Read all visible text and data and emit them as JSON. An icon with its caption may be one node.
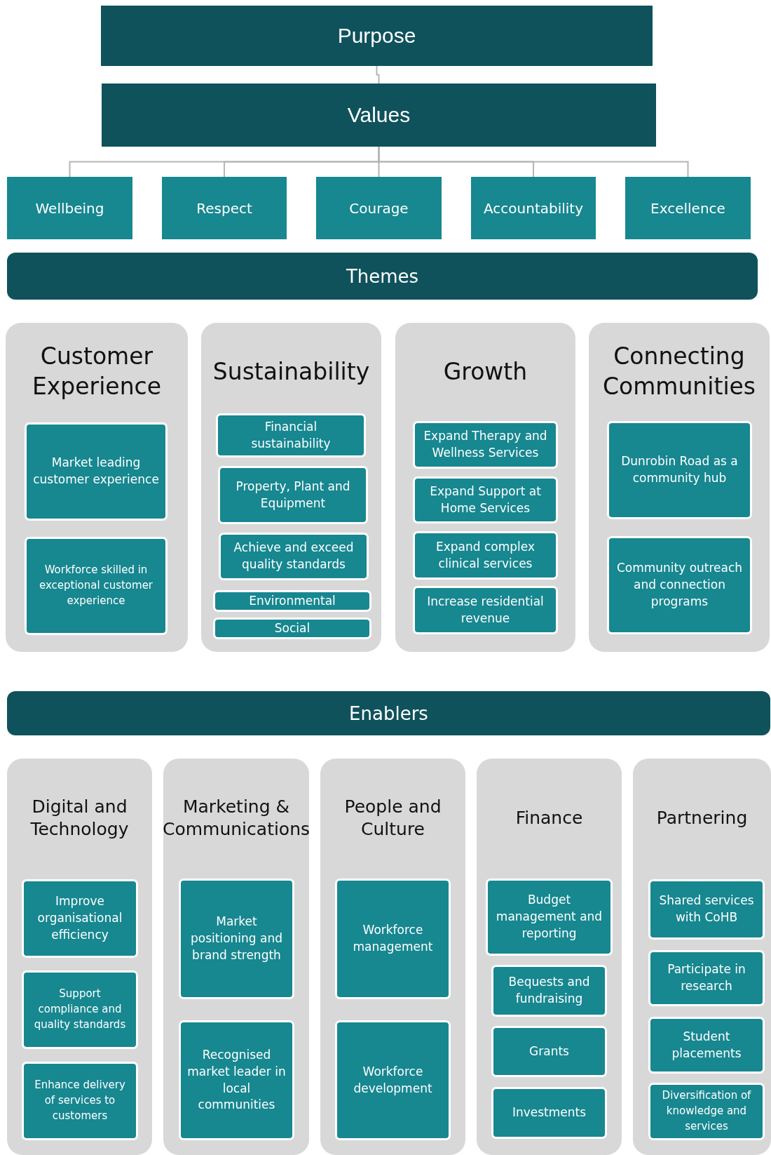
{
  "diagram": {
    "nodes": [
      {
        "text": [
          "Purpose"
        ]
      },
      {
        "text": [
          "Values"
        ]
      },
      {
        "text": [
          "Wellbeing"
        ]
      },
      {
        "text": [
          "Respect"
        ]
      },
      {
        "text": [
          "Courage"
        ]
      },
      {
        "text": [
          "Accountability"
        ]
      },
      {
        "text": [
          "Excellence"
        ]
      },
      {
        "text": [
          "Themes"
        ]
      },
      {
        "text": [
          "Customer Experience"
        ]
      },
      {
        "text": [
          "Market leading customer experience"
        ],
        "in": 8
      },
      {
        "text": [
          "Workforce skilled in exceptional customer experience"
        ],
        "in": 8
      },
      {
        "text": [
          "Sustainability"
        ]
      },
      {
        "text": [
          "Financial sustainability"
        ],
        "in": 11
      },
      {
        "text": [
          "Property, Plant and Equipment"
        ],
        "in": 11
      },
      {
        "text": [
          "Achieve and exceed quality standards"
        ],
        "in": 11
      },
      {
        "text": [
          "Environmental"
        ],
        "in": 11
      },
      {
        "text": [
          "Social"
        ],
        "in": 11
      },
      {
        "text": [
          "Growth"
        ]
      },
      {
        "text": [
          "Expand Therapy and Wellness Services"
        ],
        "in": 17
      },
      {
        "text": [
          "Expand Support at Home Services"
        ],
        "in": 17
      },
      {
        "text": [
          "Expand complex clinical services"
        ],
        "in": 17
      },
      {
        "text": [
          "Increase residential revenue"
        ],
        "in": 17
      },
      {
        "text": [
          "Connecting Communities"
        ]
      },
      {
        "text": [
          "Dunrobin Road as a community hub"
        ],
        "in": 22
      },
      {
        "text": [
          "Community outreach and connection programs"
        ],
        "in": 22
      },
      {
        "text": [
          "Enablers"
        ]
      },
      {
        "text": [
          "Digital and Technology"
        ]
      },
      {
        "text": [
          "Improve organisational efficiency"
        ],
        "in": 26
      },
      {
        "text": [
          "Support compliance and quality standards"
        ],
        "in": 26
      },
      {
        "text": [
          "Enhance delivery of services to customers"
        ],
        "in": 26
      },
      {
        "text": [
          "Marketing & Communications"
        ]
      },
      {
        "text": [
          "Market positioning and brand strength"
        ],
        "in": 30
      },
      {
        "text": [
          "Recognised market leader in local communities"
        ],
        "in": 30
      },
      {
        "text": [
          "People and Culture"
        ]
      },
      {
        "text": [
          "Workforce management"
        ],
        "in": 33
      },
      {
        "text": [
          "Workforce development"
        ],
        "in": 33
      },
      {
        "text": [
          "Finance"
        ]
      },
      {
        "text": [
          "Budget management and reporting"
        ],
        "in": 36
      },
      {
        "text": [
          "Bequests and fundraising"
        ],
        "in": 36
      },
      {
        "text": [
          "Grants"
        ],
        "in": 36
      },
      {
        "text": [
          "Investments"
        ],
        "in": 36
      },
      {
        "text": [
          "Partnering"
        ]
      },
      {
        "text": [
          "Shared services with CoHB"
        ],
        "in": 41
      },
      {
        "text": [
          "Participate in research"
        ],
        "in": 41
      },
      {
        "text": [
          "Student placements"
        ],
        "in": 41
      },
      {
        "text": [
          "Diversification of knowledge and services"
        ],
        "in": 41
      }
    ],
    "edges": [
      {
        "from": 0,
        "to": 1,
        "arrow": "none"
      },
      {
        "from": 1,
        "to": 2,
        "arrow": "none"
      },
      {
        "from": 1,
        "to": 3,
        "arrow": "none"
      },
      {
        "from": 1,
        "to": 4,
        "arrow": "none"
      },
      {
        "from": 1,
        "to": 5,
        "arrow": "none"
      },
      {
        "from": 1,
        "to": 6,
        "arrow": "none"
      }
    ]
  }
}
